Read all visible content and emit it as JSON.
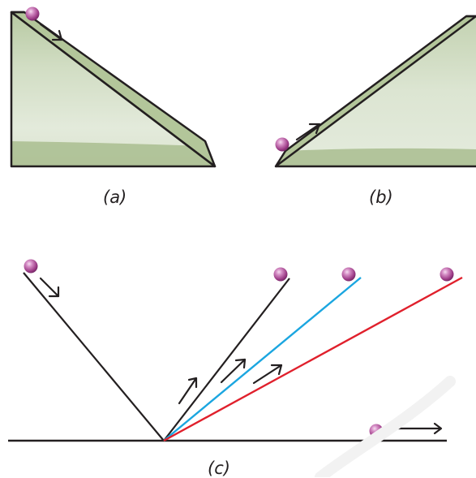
{
  "captions": {
    "a": "(a)",
    "b": "(b)",
    "c": "(c)"
  },
  "colors": {
    "outline": "#231f20",
    "incline_fill_light": "#dfe8d3",
    "incline_fill_dark": "#a9bd8f",
    "plank_fill": "#b3c69a",
    "ball": "#a3418a",
    "ball_highlight": "#f4d7ee",
    "line_blue": "#1ba6e0",
    "line_red": "#e0202c"
  }
}
